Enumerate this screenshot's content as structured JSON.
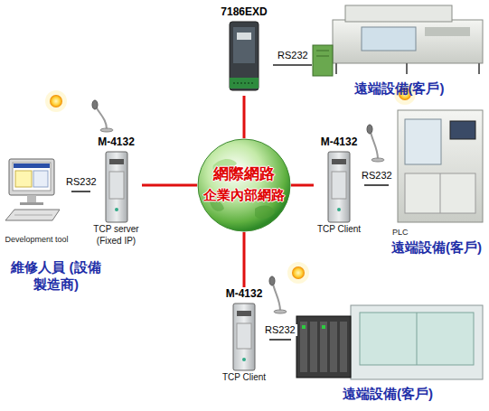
{
  "diagram": {
    "nodes": [
      {
        "text": [
          "網際網路",
          "企業內部網路"
        ]
      },
      {
        "text": [
          "7186EXD"
        ]
      },
      {
        "text": [
          "遠端設備(客戶)"
        ]
      },
      {
        "text": [
          "M-4132",
          "TCP server",
          "(Fixed IP)"
        ]
      },
      {
        "text": [
          "Development tool"
        ]
      },
      {
        "text": [
          "M-4132",
          "TCP Client"
        ]
      },
      {
        "text": [
          "PLC",
          "遠端設備(客戶)"
        ]
      },
      {
        "text": [
          "M-4132",
          "TCP Client"
        ]
      },
      {
        "text": [
          "遠端設備(客戶)"
        ]
      }
    ],
    "edges": [
      {
        "from": 0,
        "to": 1,
        "arrow": "none"
      },
      {
        "from": 0,
        "to": 3,
        "arrow": "none"
      },
      {
        "from": 0,
        "to": 5,
        "arrow": "none"
      },
      {
        "from": 0,
        "to": 7,
        "arrow": "none"
      },
      {
        "from": 1,
        "to": 2,
        "label": "RS232",
        "arrow": "none"
      },
      {
        "from": 3,
        "to": 4,
        "label": "RS232",
        "arrow": "none"
      },
      {
        "from": 5,
        "to": 6,
        "label": "RS232",
        "arrow": "none"
      },
      {
        "from": 7,
        "to": 8,
        "label": "RS232",
        "arrow": "none"
      }
    ],
    "labels": [
      "維修人員 (設備製造商)"
    ]
  }
}
